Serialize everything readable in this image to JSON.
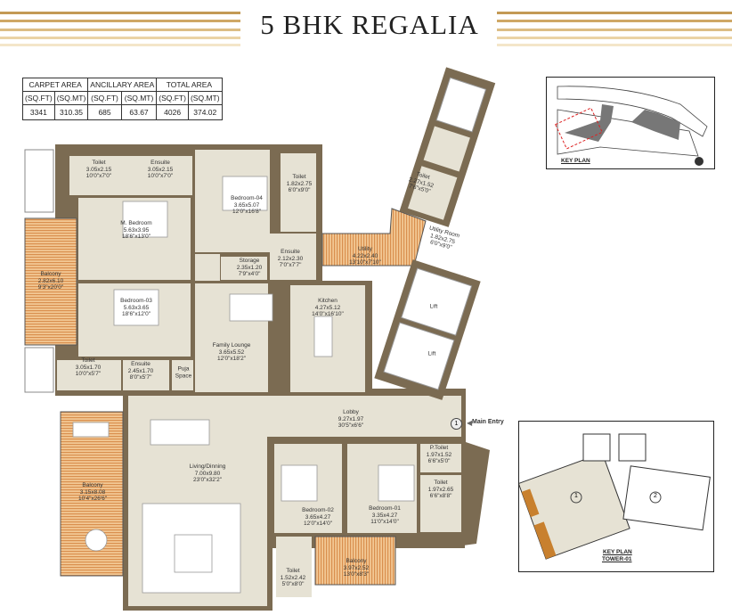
{
  "title": "5 BHK REGALIA",
  "area_table": {
    "groups": [
      "CARPET AREA",
      "ANCILLARY AREA",
      "TOTAL AREA"
    ],
    "units": [
      "(SQ.FT)",
      "(SQ.MT)",
      "(SQ.FT)",
      "(SQ.MT)",
      "(SQ.FT)",
      "(SQ.MT)"
    ],
    "values": [
      "3341",
      "310.35",
      "685",
      "63.67",
      "4026",
      "374.02"
    ]
  },
  "colors": {
    "wall": "#7b6b52",
    "floor": "#e6e2d4",
    "balcony": "#e9a868",
    "stripe": "#c9a25a"
  },
  "rooms": [
    {
      "name": "Toilet",
      "metric": "3.05x2.15",
      "imperial": "10'0\"x7'0\""
    },
    {
      "name": "Ensuite",
      "metric": "3.05x2.15",
      "imperial": "10'0\"x7'0\""
    },
    {
      "name": "M. Bedroom",
      "metric": "5.63x3.95",
      "imperial": "18'6\"x13'0\""
    },
    {
      "name": "Bedroom-03",
      "metric": "5.63x3.65",
      "imperial": "18'6\"x12'0\""
    },
    {
      "name": "Balcony",
      "metric": "2.82x6.10",
      "imperial": "9'3\"x20'0\""
    },
    {
      "name": "Bedroom-04",
      "metric": "3.65x5.07",
      "imperial": "12'0\"x16'8\""
    },
    {
      "name": "Toilet",
      "metric": "1.82x2.75",
      "imperial": "6'0\"x9'0\""
    },
    {
      "name": "Ensuite",
      "metric": "2.12x2.30",
      "imperial": "7'0\"x7'7\""
    },
    {
      "name": "Storage",
      "metric": "2.35x1.20",
      "imperial": "7'9\"x4'0\""
    },
    {
      "name": "Toilet",
      "metric": "3.05x1.70",
      "imperial": "10'0\"x5'7\""
    },
    {
      "name": "Ensuite",
      "metric": "2.45x1.70",
      "imperial": "8'0\"x5'7\""
    },
    {
      "name": "Puja",
      "metric": "Space",
      "imperial": ""
    },
    {
      "name": "Family Lounge",
      "metric": "3.65x5.52",
      "imperial": "12'0\"x18'2\""
    },
    {
      "name": "Kitchen",
      "metric": "4.27x5.12",
      "imperial": "14'0\"x16'10\""
    },
    {
      "name": "Utility",
      "metric": "4.22x2.40",
      "imperial": "13'10\"x7'10\""
    },
    {
      "name": "Toilet",
      "metric": "2.27x1.52",
      "imperial": "7'6\"x5'0\""
    },
    {
      "name": "Utility Room",
      "metric": "1.82x2.75",
      "imperial": "6'0\"x9'0\""
    },
    {
      "name": "Lobby",
      "metric": "9.27x1.97",
      "imperial": "30'5\"x6'6\""
    },
    {
      "name": "Living/Dinning",
      "metric": "7.00x9.80",
      "imperial": "23'0\"x32'2\""
    },
    {
      "name": "Balcony",
      "metric": "3.15x8.08",
      "imperial": "10'4\"x26'6\""
    },
    {
      "name": "Bedroom-02",
      "metric": "3.65x4.27",
      "imperial": "12'0\"x14'0\""
    },
    {
      "name": "Bedroom-01",
      "metric": "3.35x4.27",
      "imperial": "11'0\"x14'0\""
    },
    {
      "name": "P.Toilet",
      "metric": "1.97x1.52",
      "imperial": "6'6\"x5'0\""
    },
    {
      "name": "Toilet",
      "metric": "1.97x2.65",
      "imperial": "6'6\"x8'8\""
    },
    {
      "name": "Toilet",
      "metric": "1.52x2.42",
      "imperial": "5'0\"x8'0\""
    },
    {
      "name": "Balcony",
      "metric": "3.97x2.52",
      "imperial": "13'0\"x8'3\""
    }
  ],
  "lifts": [
    "Lift",
    "Lift"
  ],
  "entry": {
    "number": "1",
    "label": "Main Entry"
  },
  "key_plan_site": {
    "label": "KEY PLAN"
  },
  "key_plan_tower": {
    "label": "KEY PLAN",
    "sublabel": "TOWER-01",
    "unit_numbers": [
      "1",
      "2"
    ]
  }
}
